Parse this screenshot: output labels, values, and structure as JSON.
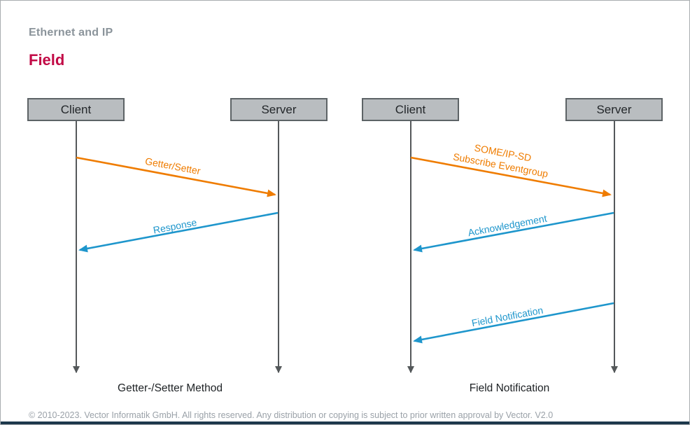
{
  "page": {
    "subtitle": "Ethernet and IP",
    "title": "Field",
    "footer": "© 2010-2023. Vector Informatik GmbH. All rights reserved. Any distribution or copying is subject to prior written approval by Vector. V2.0"
  },
  "colors": {
    "orange": "#ef7c00",
    "blue": "#1e96cc",
    "box_fill": "#b9bdc0",
    "box_border": "#5d6366",
    "lifeline_gray": "#54585a",
    "title_red": "#c20a46",
    "subtitle_gray": "#8b949b",
    "caption_dark": "#1d2124",
    "footer_gray": "#9aa1a8"
  },
  "diagrams": [
    {
      "caption": "Getter-/Setter Method",
      "actors": [
        {
          "label": "Client"
        },
        {
          "label": "Server"
        }
      ],
      "messages": [
        {
          "label": "Getter/Setter",
          "from": "Client",
          "to": "Server",
          "color": "orange"
        },
        {
          "label": "Response",
          "from": "Server",
          "to": "Client",
          "color": "blue"
        }
      ]
    },
    {
      "caption": "Field Notification",
      "actors": [
        {
          "label": "Client"
        },
        {
          "label": "Server"
        }
      ],
      "messages": [
        {
          "label_lines": [
            "SOME/IP-SD",
            "Subscribe Eventgroup"
          ],
          "from": "Client",
          "to": "Server",
          "color": "orange"
        },
        {
          "label": "Acknowledgement",
          "from": "Server",
          "to": "Client",
          "color": "blue"
        },
        {
          "label": "Field Notification",
          "from": "Server",
          "to": "Client",
          "color": "blue"
        }
      ]
    }
  ]
}
